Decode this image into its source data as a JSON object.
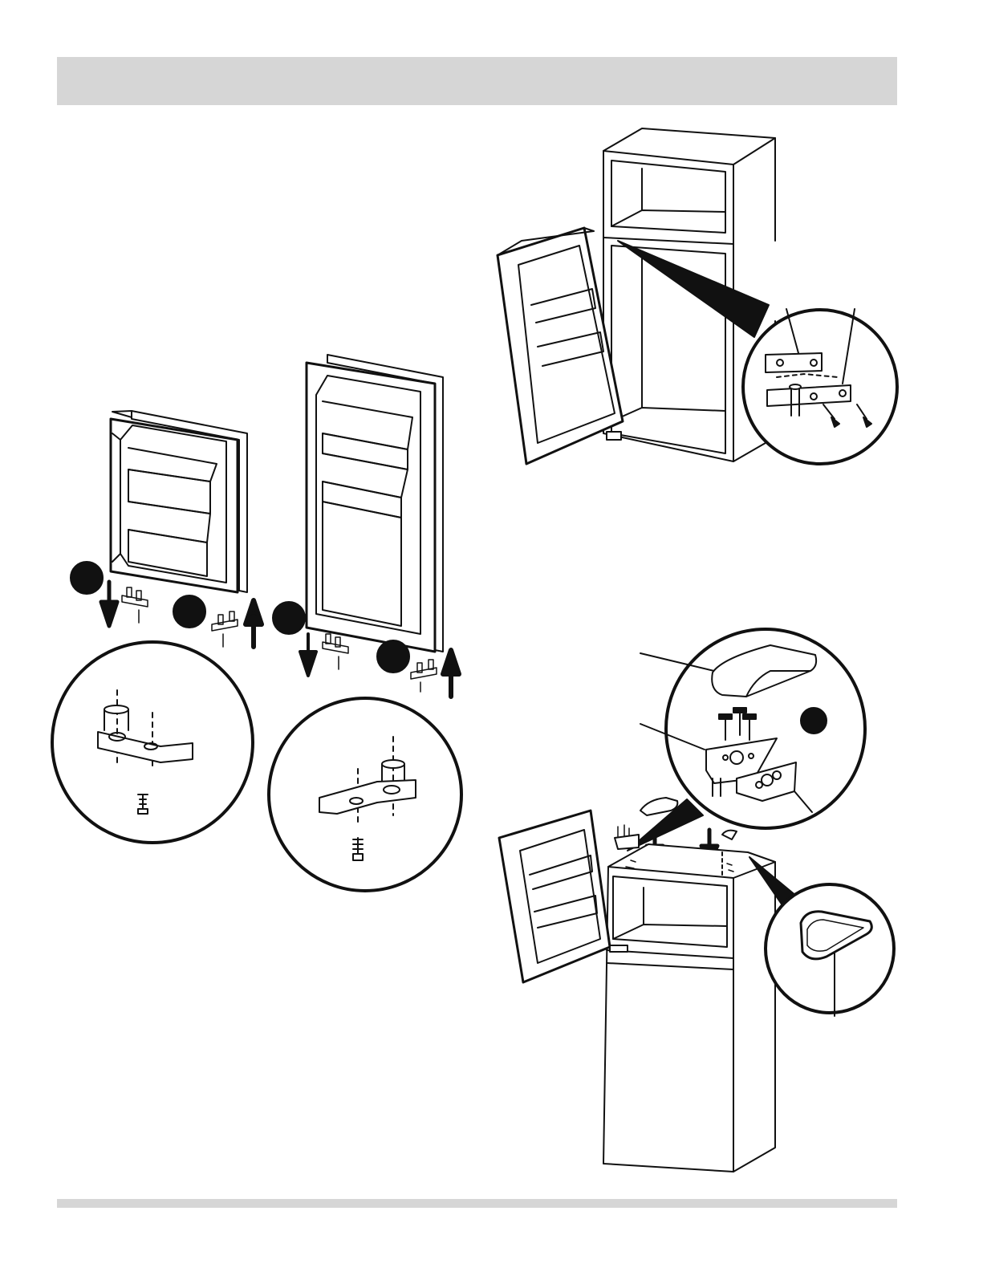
{
  "page": {
    "header_band_color": "#d6d6d6",
    "footer_band_color": "#d6d6d6",
    "ink_color": "#111111"
  },
  "figures": [
    {
      "id": "door-hinge-swap",
      "icons": [
        "freezer-door",
        "fresh-food-door",
        "hinge-pin",
        "screw",
        "arrow-down",
        "arrow-up",
        "step-marker",
        "detail-magnifier"
      ]
    },
    {
      "id": "center-hinge-removal",
      "icons": [
        "refrigerator-cabinet",
        "open-door",
        "center-hinge",
        "shim",
        "screw",
        "detail-magnifier"
      ]
    },
    {
      "id": "top-hinge-removal",
      "icons": [
        "refrigerator-cabinet",
        "freezer-door",
        "hinge-cover",
        "top-hinge",
        "shim",
        "screw",
        "hole-plug",
        "step-marker",
        "detail-magnifier"
      ]
    }
  ]
}
